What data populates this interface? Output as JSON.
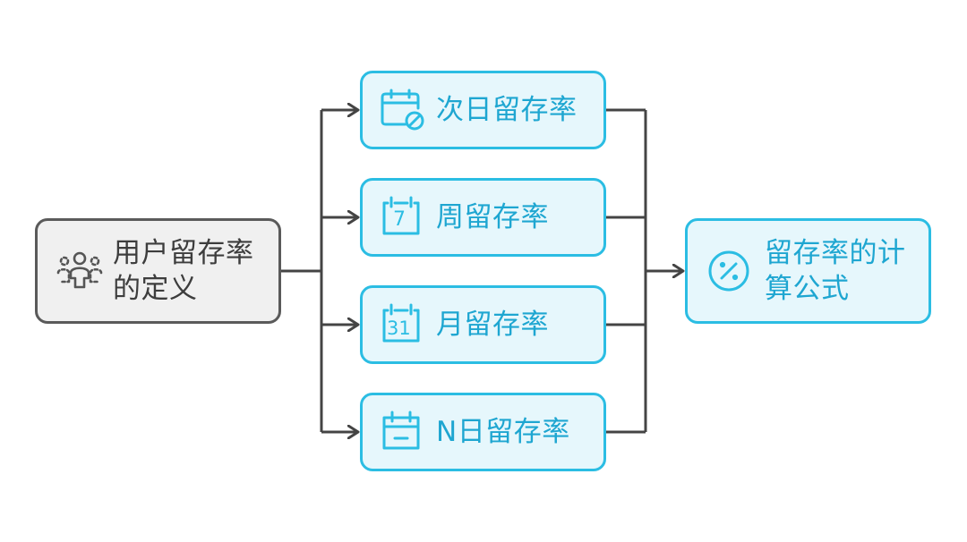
{
  "diagram": {
    "source": {
      "label": "用户留存率\n的定义",
      "icon": "people-group-icon"
    },
    "branches": [
      {
        "label": "次日留存率",
        "icon": "calendar-blocked-icon"
      },
      {
        "label": "周留存率",
        "icon": "calendar-7-icon",
        "icon_text": "7"
      },
      {
        "label": "月留存率",
        "icon": "calendar-31-icon",
        "icon_text": "31"
      },
      {
        "label": "N日留存率",
        "icon": "calendar-minus-icon"
      }
    ],
    "target": {
      "label": "留存率的计\n算公式",
      "icon": "percent-circle-icon"
    },
    "colors": {
      "source_fill": "#f0f0f0",
      "source_border": "#5a5a5a",
      "branch_fill": "#e6f7fc",
      "branch_border": "#2bbde3",
      "branch_text": "#1ea6d1",
      "connector": "#444444"
    }
  }
}
